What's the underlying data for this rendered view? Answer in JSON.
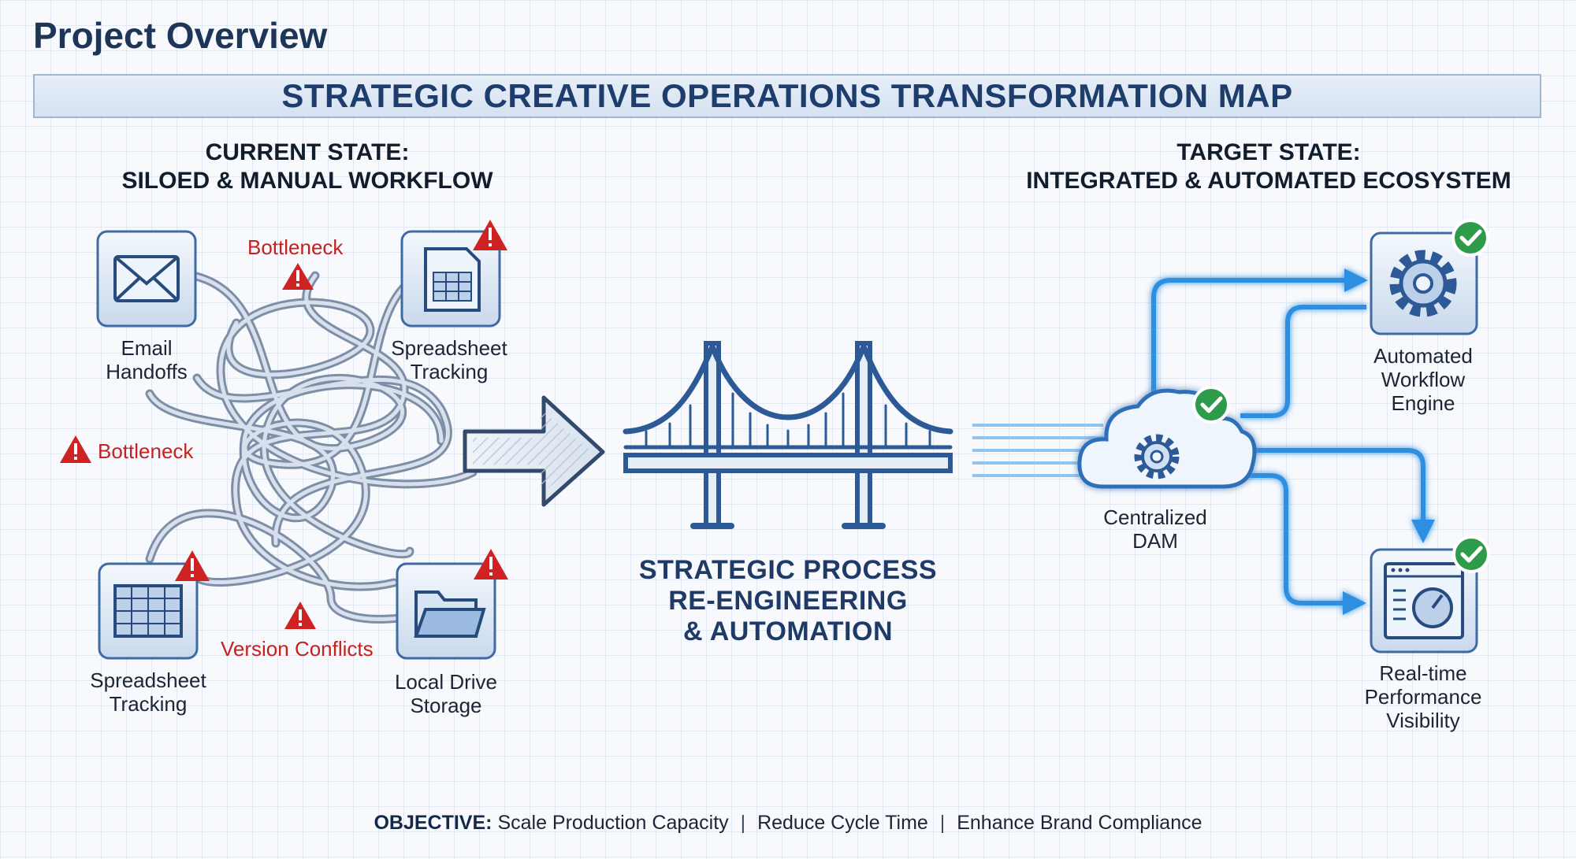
{
  "page_title": "Project Overview",
  "banner_title": "STRATEGIC CREATIVE OPERATIONS TRANSFORMATION MAP",
  "current_state": {
    "heading_line1": "CURRENT STATE:",
    "heading_line2": "SILOED & MANUAL WORKFLOW",
    "nodes": {
      "email": {
        "line1": "Email",
        "line2": "Handoffs",
        "icon": "envelope-icon"
      },
      "spreadsheet_top": {
        "line1": "Spreadsheet",
        "line2": "Tracking",
        "icon": "spreadsheet-icon"
      },
      "spreadsheet_bottom": {
        "line1": "Spreadsheet",
        "line2": "Tracking",
        "icon": "spreadsheet-icon"
      },
      "local_drive": {
        "line1": "Local Drive",
        "line2": "Storage",
        "icon": "folder-icon"
      }
    },
    "warnings": {
      "bottleneck_top": "Bottleneck",
      "bottleneck_left": "Bottleneck",
      "version_conflicts": "Version Conflicts"
    }
  },
  "bridge": {
    "line1": "STRATEGIC PROCESS",
    "line2": "RE-ENGINEERING",
    "line3": "& AUTOMATION",
    "icon": "bridge-icon"
  },
  "target_state": {
    "heading_line1": "TARGET STATE:",
    "heading_line2": "INTEGRATED & AUTOMATED ECOSYSTEM",
    "nodes": {
      "dam": {
        "line1": "Centralized",
        "line2": "DAM",
        "icon": "cloud-gear-icon"
      },
      "workflow_engine": {
        "line1": "Automated",
        "line2": "Workflow",
        "line3": "Engine",
        "icon": "gear-icon"
      },
      "performance": {
        "line1": "Real-time",
        "line2": "Performance",
        "line3": "Visibility",
        "icon": "dashboard-gauge-icon"
      }
    }
  },
  "objective": {
    "label": "OBJECTIVE:",
    "item1": "Scale Production Capacity",
    "separator": "|",
    "item2": "Reduce Cycle Time",
    "item3": "Enhance Brand Compliance"
  },
  "colors": {
    "title": "#1d3556",
    "warning_red": "#c42222",
    "check_green": "#2e9b4a",
    "flow_blue": "#2f8fe0",
    "bridge_blue": "#2d5a96"
  }
}
